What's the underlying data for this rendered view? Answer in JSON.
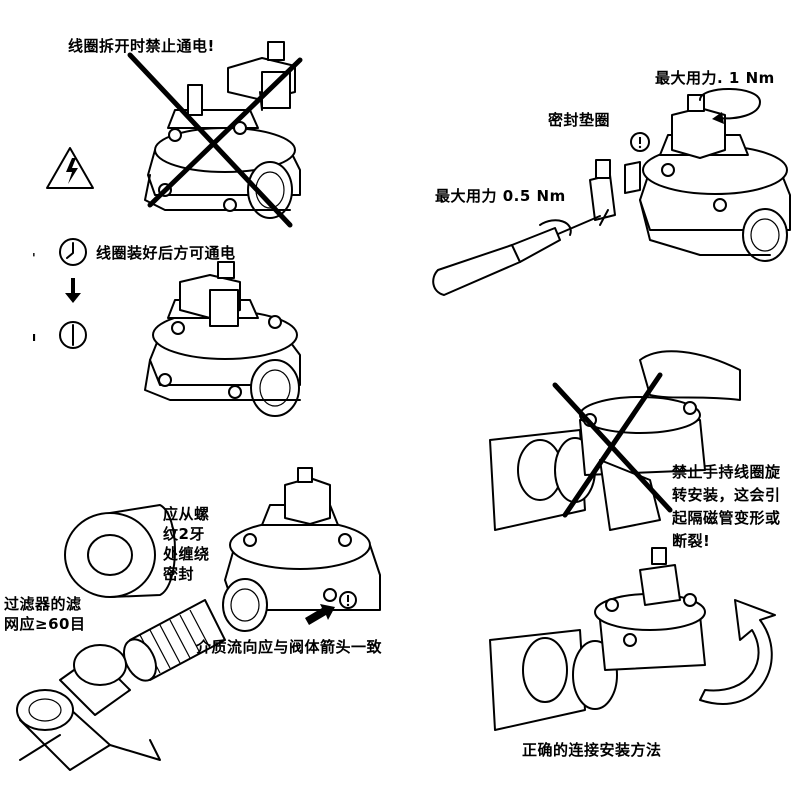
{
  "labels": {
    "coil_disassembly_warning": "线圈拆开时禁止通电!",
    "coil_installed_power_on": "线圈装好后方可通电",
    "max_force_1nm": "最大用力. 1 Nm",
    "seal_gasket": "密封垫圈",
    "max_force_05nm": "最大用力 0.5 Nm",
    "thread_sealing_line1": "应从螺",
    "thread_sealing_line2": "纹2牙",
    "thread_sealing_line3": "处缠绕",
    "thread_sealing_line4": "密封",
    "filter_mesh_line1": "过滤器的滤",
    "filter_mesh_line2": "网应≥60目",
    "flow_direction": "介质流向应与阀体箭头一致",
    "no_rotate_line1": "禁止手持线圈旋",
    "no_rotate_line2": "转安装，这会引",
    "no_rotate_line3": "起隔磁管变形或",
    "no_rotate_line4": "断裂!",
    "correct_method": "正确的连接安装方法",
    "step_mark_1": "'",
    "step_mark_2": "ı"
  },
  "icons": [
    "high-voltage-warning-icon",
    "attention-icon",
    "clock-icon",
    "arrow-down-icon",
    "flow-arrow-icon",
    "rotate-arrow-icon",
    "screwdriver-icon",
    "prohibited-cross-icon"
  ],
  "colors": {
    "ink": "#000000",
    "background": "#ffffff"
  }
}
